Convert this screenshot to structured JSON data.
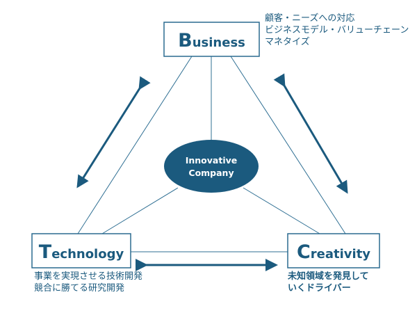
{
  "nodes": {
    "business": {
      "initial": "B",
      "rest": "usiness",
      "notes": [
        "顧客・ニーズへの対応",
        "ビジネスモデル・バリューチェーン",
        "マネタイズ"
      ]
    },
    "technology": {
      "initial": "T",
      "rest": "echnology",
      "notes": [
        "事業を実現させる技術開発",
        "競合に勝てる研究開発"
      ]
    },
    "creativity": {
      "initial": "C",
      "rest": "reativity",
      "notes": [
        "未知領域を発見して",
        "いくドライバー"
      ]
    }
  },
  "center": {
    "line1": "Innovative",
    "line2": "Company"
  },
  "colors": {
    "primary": "#1b5a7e",
    "box_border": "#2a6a8f",
    "line": "#2f6f93",
    "background": "#ffffff"
  }
}
